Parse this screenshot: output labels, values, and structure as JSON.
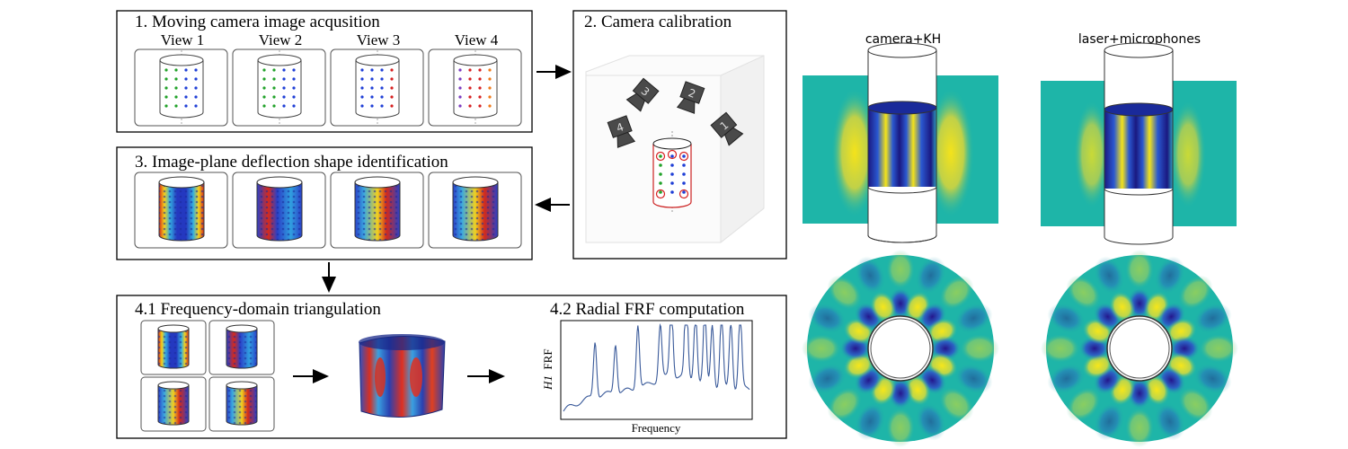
{
  "panel1": {
    "title": "1. Moving camera image acqusition",
    "views": [
      "View 1",
      "View 2",
      "View 3",
      "View 4"
    ]
  },
  "panel2": {
    "title": "2. Camera calibration",
    "cameras": [
      "1",
      "2",
      "3",
      "4"
    ]
  },
  "panel3": {
    "title": "3. Image-plane deflection shape identification"
  },
  "panel4": {
    "title_left": "4.1 Frequency-domain triangulation",
    "title_right": "4.2 Radial FRF computation",
    "frf_ylabel_italic": "H1",
    "frf_ylabel": "FRF",
    "frf_xlabel": "Frequency"
  },
  "results": {
    "label_left": "camera+KH",
    "label_right": "laser+microphones"
  },
  "colors": {
    "field_bg": "#1eb5a8",
    "mode_dark": "#2a1a8f",
    "mode_yellow": "#f4e31a",
    "green_dot": "#22a22a",
    "blue_dot": "#1f3fd6",
    "red_dot": "#d62020",
    "orange_dot": "#f07a1a",
    "purple_dot": "#7b3bbf",
    "frf_line": "#3a5a9a"
  }
}
